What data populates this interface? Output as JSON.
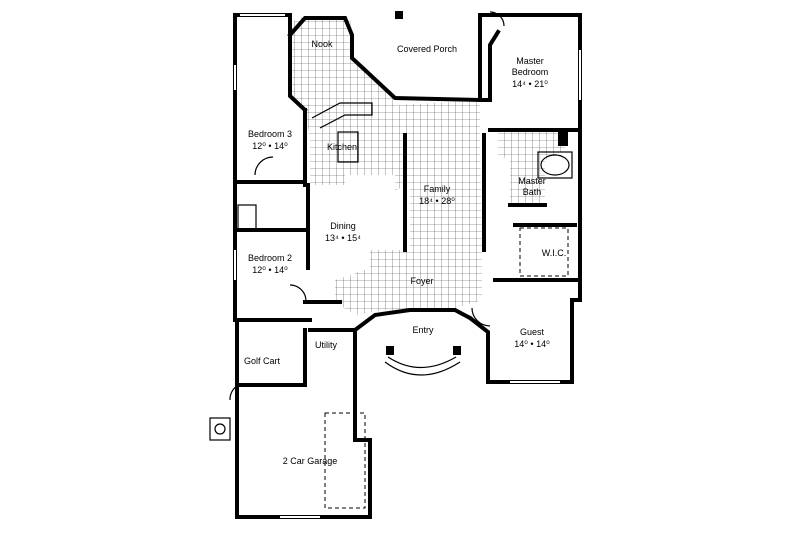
{
  "rooms": {
    "nook": {
      "name": "Nook"
    },
    "covered_porch": {
      "name": "Covered Porch"
    },
    "master_bedroom": {
      "name_line1": "Master",
      "name_line2": "Bedroom",
      "dims": "14⁴ • 21⁰"
    },
    "bedroom3": {
      "name": "Bedroom 3",
      "dims": "12⁰ • 14⁰"
    },
    "kitchen": {
      "name": "Kitchen"
    },
    "family": {
      "name": "Family",
      "dims": "18⁴ • 28⁰"
    },
    "master_bath": {
      "name_line1": "Master",
      "name_line2": "Bath"
    },
    "dining": {
      "name": "Dining",
      "dims": "13⁴ • 15⁴"
    },
    "wic": {
      "name": "W.I.C."
    },
    "bedroom2": {
      "name": "Bedroom 2",
      "dims": "12⁰ • 14⁰"
    },
    "foyer": {
      "name": "Foyer"
    },
    "entry": {
      "name": "Entry"
    },
    "guest": {
      "name": "Guest",
      "dims": "14⁰ • 14⁰"
    },
    "utility": {
      "name": "Utility"
    },
    "golf_cart": {
      "name": "Golf Cart"
    },
    "garage": {
      "name": "2 Car Garage"
    }
  }
}
